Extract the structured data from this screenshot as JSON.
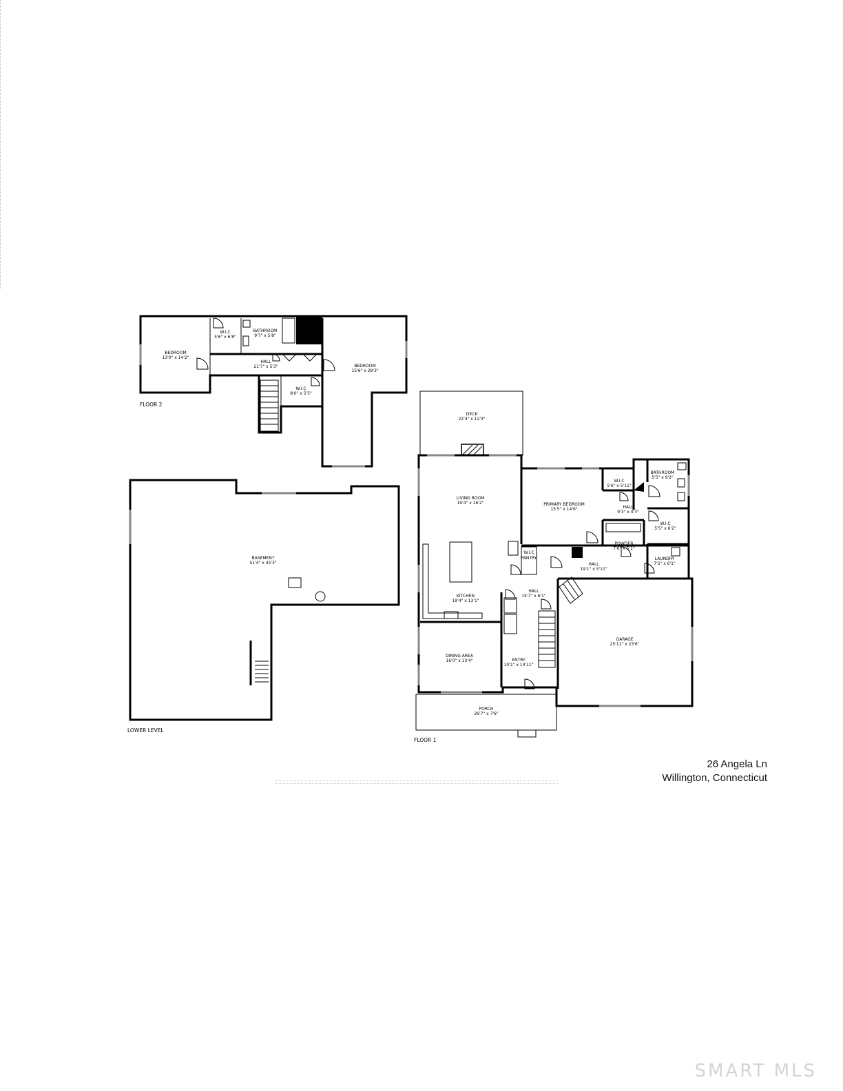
{
  "floors": {
    "floor2": "FLOOR 2",
    "lower": "LOWER LEVEL",
    "floor1": "FLOOR 1"
  },
  "rooms": {
    "f2_bedroom_left": {
      "name": "BEDROOM",
      "dim": "13'0\" x 14'2\""
    },
    "f2_wic_top": {
      "name": "W.I.C",
      "dim": "5'6\" x 6'8\""
    },
    "f2_bathroom": {
      "name": "BATHROOM",
      "dim": "9'7\" x 5'8\""
    },
    "f2_hall": {
      "name": "HALL",
      "dim": "21'7\" x 5'3\""
    },
    "f2_wic_bottom": {
      "name": "W.I.C",
      "dim": "8'0\" x 5'5\""
    },
    "f2_bedroom_right": {
      "name": "BEDROOM",
      "dim": "15'6\" x 28'3\""
    },
    "ll_basement": {
      "name": "BASEMENT",
      "dim": "51'4\" x 45'3\""
    },
    "f1_deck": {
      "name": "DECK",
      "dim": "22'4\" x 12'3\""
    },
    "f1_living": {
      "name": "LIVING ROOM",
      "dim": "19'4\" x 16'2\""
    },
    "f1_primary_bedroom": {
      "name": "PRIMARY BEDROOM",
      "dim": "15'5\" x 14'6\""
    },
    "f1_wic_a": {
      "name": "W.I.C",
      "dim": "5'6\" x 5'11\""
    },
    "f1_bathroom": {
      "name": "BATHROOM",
      "dim": "5'5\" x 9'2\""
    },
    "f1_hall_small": {
      "name": "HALL",
      "dim": "9'3\" x 4'3\""
    },
    "f1_wic_b": {
      "name": "W.I.C",
      "dim": "5'5\" x 6'2\""
    },
    "f1_powder": {
      "name": "POWDER",
      "dim": "7'6\" x 5'1\""
    },
    "f1_laundry": {
      "name": "LAUNDRY",
      "dim": "7'5\" x 6'1\""
    },
    "f1_hall_mid": {
      "name": "HALL",
      "dim": "19'1\" x 5'11\""
    },
    "f1_wic_pantry": {
      "name": "W.I.C",
      "dim": "PANTRY"
    },
    "f1_kitchen": {
      "name": "KITCHEN",
      "dim": "19'4\" x 13'1\""
    },
    "f1_hall_entry": {
      "name": "HALL",
      "dim": "15'7\" x 6'1\""
    },
    "f1_garage": {
      "name": "GARAGE",
      "dim": "25'11\" x 23'6\""
    },
    "f1_dining": {
      "name": "DINING AREA",
      "dim": "16'0\" x 13'4\""
    },
    "f1_entry": {
      "name": "ENTRY",
      "dim": "10'1\" x 14'11\""
    },
    "f1_porch": {
      "name": "PORCH",
      "dim": "26'7\" x 7'6\""
    }
  },
  "address": {
    "line1": "26 Angela Ln",
    "line2": "Willington, Connecticut"
  },
  "watermark": "SMART MLS",
  "colors": {
    "ink": "#000000",
    "window": "#888888",
    "watermark": "#d4d4d4"
  }
}
